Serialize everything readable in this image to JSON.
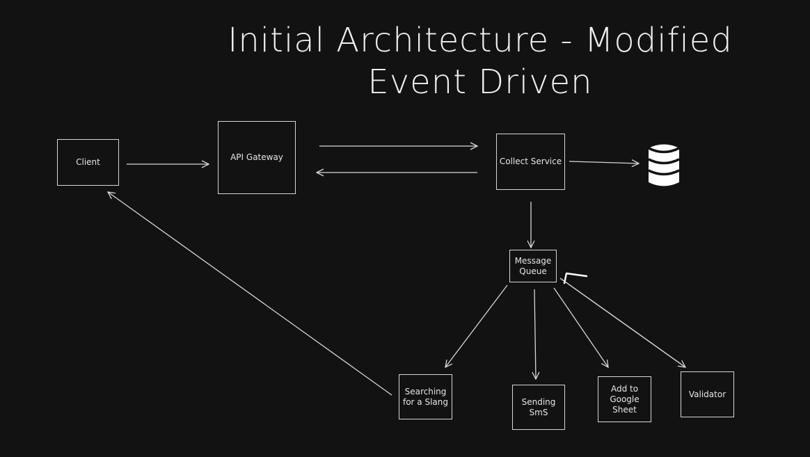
{
  "title": {
    "line1": "Initial Architecture - Modified",
    "line2": "Event Driven"
  },
  "nodes": {
    "client": "Client",
    "api_gateway": "API Gateway",
    "collect_service": "Collect Service",
    "message_queue": "Message Queue",
    "searching": "Searching for a Slang",
    "sending_sms": "Sending SmS",
    "google_sheet": "Add to Google Sheet",
    "validator": "Validator"
  },
  "colors": {
    "background": "#121212",
    "stroke": "#d8d8d8",
    "database": "#ffffff"
  }
}
